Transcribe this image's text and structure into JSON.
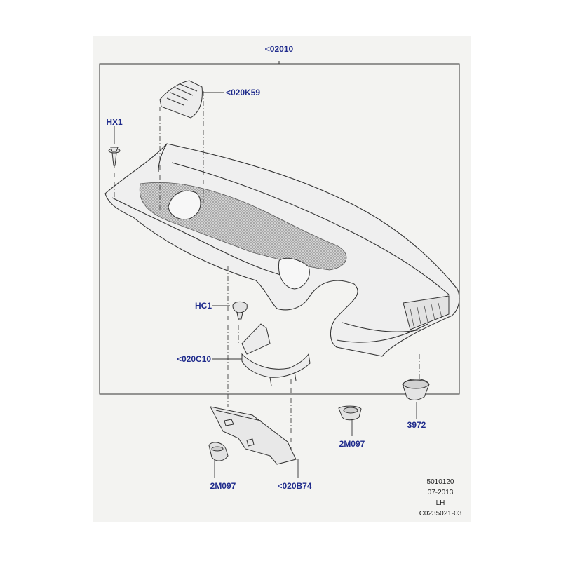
{
  "colors": {
    "callout": "#1f2b8c",
    "line": "#333333",
    "sheet": "#f3f3f1",
    "part_fill": "#eeeeee",
    "mesh": "#a9a9a9"
  },
  "callouts": {
    "assembly": "<02010",
    "grille_insert": "<020K59",
    "hx1": "HX1",
    "hc1": "HC1",
    "bracket_c10": "<020C10",
    "bracket_b74": "<020B74",
    "seal_3972": "3972",
    "plug_right": "2M097",
    "plug_left": "2M097"
  },
  "meta": {
    "line1": "5010120",
    "line2": "07-2013",
    "line3": "LH",
    "line4": "C0235021-03"
  }
}
